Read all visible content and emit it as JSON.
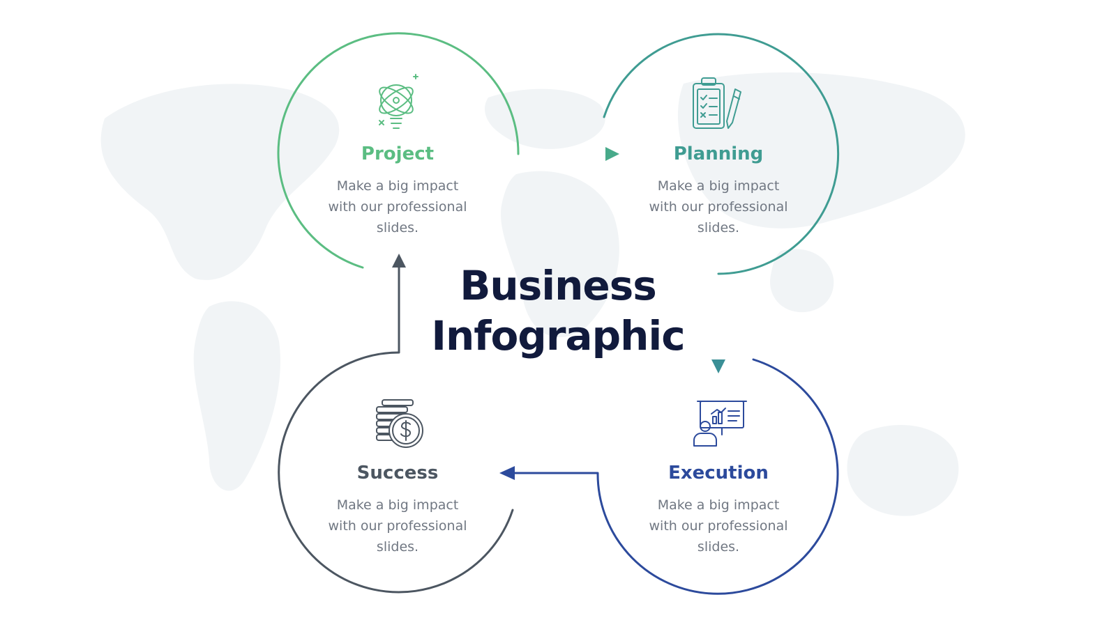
{
  "title_line1": "Business",
  "title_line2": "Infographic",
  "colors": {
    "project": "#5bbd82",
    "planning": "#3f9c92",
    "execution": "#2c4a9c",
    "success": "#4c5661",
    "title": "#111a3c",
    "body": "#707782"
  },
  "nodes": [
    {
      "id": "project",
      "title": "Project",
      "text_lines": [
        "Make a big impact",
        "with our professional",
        "slides."
      ],
      "icon": "lightbulb-atom-icon"
    },
    {
      "id": "planning",
      "title": "Planning",
      "text_lines": [
        "Make a big impact",
        "with our professional",
        "slides."
      ],
      "icon": "clipboard-checklist-icon"
    },
    {
      "id": "execution",
      "title": "Execution",
      "text_lines": [
        "Make a big impact",
        "with our professional",
        "slides."
      ],
      "icon": "presentation-board-icon"
    },
    {
      "id": "success",
      "title": "Success",
      "text_lines": [
        "Make a big impact",
        "with our professional",
        "slides."
      ],
      "icon": "coins-dollar-icon"
    }
  ]
}
